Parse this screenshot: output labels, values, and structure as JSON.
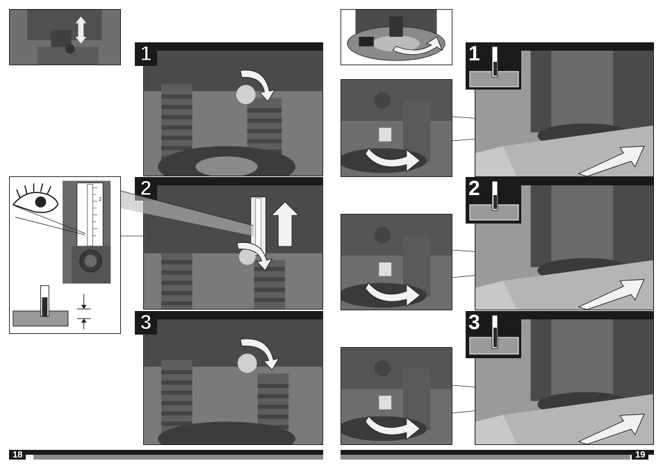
{
  "page_left": {
    "number": "18"
  },
  "page_right": {
    "number": "19"
  },
  "left_steps": [
    {
      "label": "1"
    },
    {
      "label": "2"
    },
    {
      "label": "3"
    }
  ],
  "right_steps": [
    {
      "label": "1"
    },
    {
      "label": "2"
    },
    {
      "label": "3"
    }
  ],
  "ruler_detail": {
    "tick_value": "2"
  },
  "colors": {
    "dark": "#1a1a1a",
    "panel_gray": "#777777",
    "arrow_white": "#f2f2f2"
  }
}
